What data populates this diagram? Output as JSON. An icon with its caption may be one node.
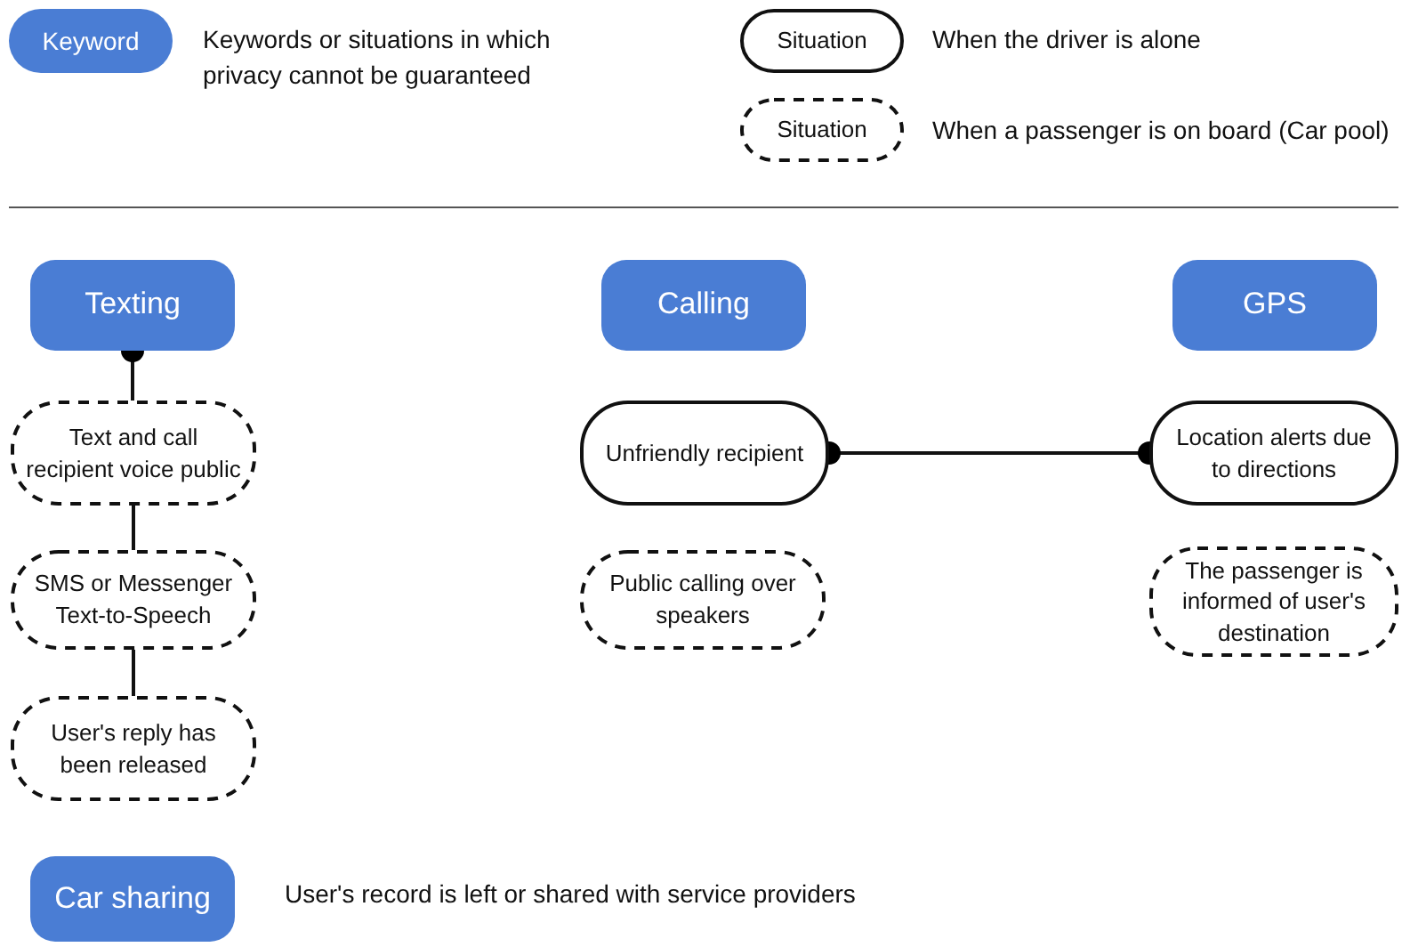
{
  "diagram": {
    "nodes": [
      {
        "text": [
          "Keyword"
        ],
        "beside": [
          "Keywords or situations in which privacy cannot be guaranteed"
        ]
      },
      {
        "text": [
          "Situation"
        ],
        "beside": [
          "When the driver is alone"
        ]
      },
      {
        "text": [
          "Situation"
        ],
        "beside": [
          "When a passenger is on board (Car pool)"
        ]
      },
      {
        "text": [
          "Texting"
        ]
      },
      {
        "text": [
          "Calling"
        ]
      },
      {
        "text": [
          "GPS"
        ]
      },
      {
        "text": [
          "Text and call recipient voice public"
        ]
      },
      {
        "text": [
          "Unfriendly recipient"
        ]
      },
      {
        "text": [
          "Location alerts due to directions"
        ]
      },
      {
        "text": [
          "SMS or Messenger Text-to-Speech"
        ]
      },
      {
        "text": [
          "Public calling over speakers"
        ]
      },
      {
        "text": [
          "The passenger is informed of user's destination"
        ]
      },
      {
        "text": [
          "User's reply has been released"
        ]
      },
      {
        "text": [
          "Car sharing"
        ],
        "beside": [
          "User's record is left or shared with service providers"
        ]
      }
    ],
    "edges": [
      {
        "from": 3,
        "to": 6,
        "arrow": "other"
      },
      {
        "from": 6,
        "to": 9,
        "arrow": "none"
      },
      {
        "from": 9,
        "to": 12,
        "arrow": "none"
      },
      {
        "from": 7,
        "to": 8,
        "arrow": "other"
      }
    ]
  }
}
